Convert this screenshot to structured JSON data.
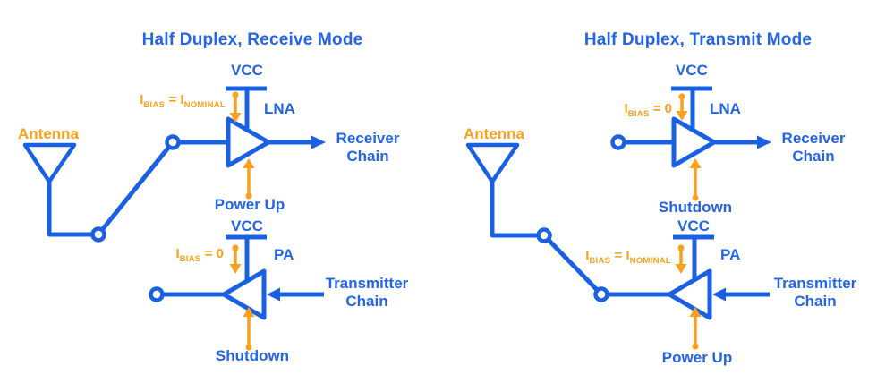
{
  "colors": {
    "line_blue": "#1A60E2",
    "text_blue": "#2465E8",
    "orange": "#F9A01C",
    "background": "#ffffff"
  },
  "diagrams": {
    "receive": {
      "title": "Half Duplex, Receive Mode",
      "antenna_label": "Antenna",
      "lna": {
        "supply_label": "VCC",
        "name": "LNA",
        "bias_base1": "I",
        "bias_sub1": "BIAS",
        "bias_mid": " = ",
        "bias_base2": "I",
        "bias_sub2": "NOMINAL",
        "control_label": "Power Up",
        "chain_line1": "Receiver",
        "chain_line2": "Chain"
      },
      "pa": {
        "supply_label": "VCC",
        "name": "PA",
        "bias_base1": "I",
        "bias_sub1": "BIAS",
        "bias_mid": " = 0",
        "bias_base2": "",
        "bias_sub2": "",
        "control_label": "Shutdown",
        "chain_line1": "Transmitter",
        "chain_line2": "Chain"
      }
    },
    "transmit": {
      "title": "Half Duplex, Transmit Mode",
      "antenna_label": "Antenna",
      "lna": {
        "supply_label": "VCC",
        "name": "LNA",
        "bias_base1": "I",
        "bias_sub1": "BIAS",
        "bias_mid": " = 0",
        "bias_base2": "",
        "bias_sub2": "",
        "control_label": "Shutdown",
        "chain_line1": "Receiver",
        "chain_line2": "Chain"
      },
      "pa": {
        "supply_label": "VCC",
        "name": "PA",
        "bias_base1": "I",
        "bias_sub1": "BIAS",
        "bias_mid": " = ",
        "bias_base2": "I",
        "bias_sub2": "NOMINAL",
        "control_label": "Power Up",
        "chain_line1": "Transmitter",
        "chain_line2": "Chain"
      }
    }
  }
}
